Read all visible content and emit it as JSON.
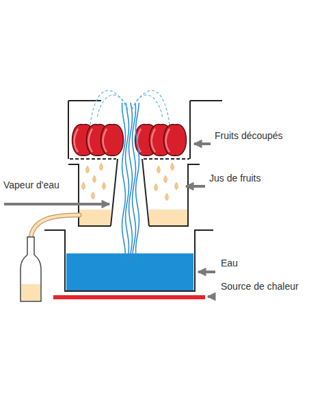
{
  "diagram": {
    "labels": [
      "Fruits découpés",
      "Jus de fruits",
      "Vapeur d'eau",
      "Eau",
      "Source de chaleur"
    ]
  }
}
